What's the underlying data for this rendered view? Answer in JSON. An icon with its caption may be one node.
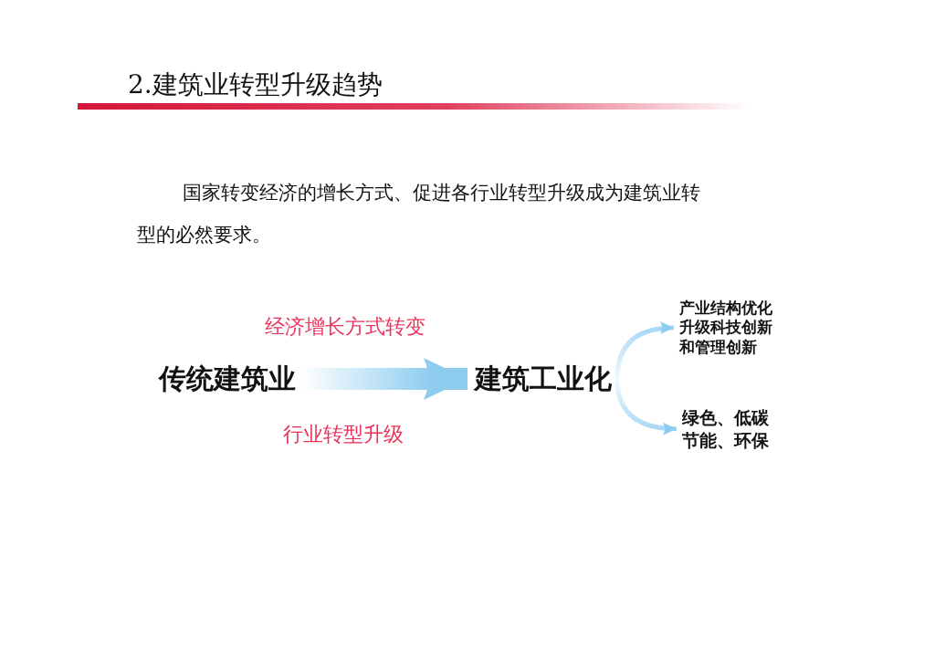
{
  "diagram": {
    "title": "2.建筑业转型升级趋势",
    "nodes": [
      {
        "text": [
          "传统建筑业"
        ]
      },
      {
        "text": [
          "建筑工业化"
        ]
      },
      {
        "text": [
          "产业结构优化升级科技创新和管理创新"
        ]
      },
      {
        "text": [
          "绿色、低碳节能、环保"
        ]
      }
    ],
    "edges": [
      {
        "from": 0,
        "to": 1,
        "arrow": "to",
        "style": "thick"
      },
      {
        "from": 1,
        "to": 2,
        "arrow": "to"
      },
      {
        "from": 1,
        "to": 3,
        "arrow": "to"
      }
    ],
    "labels": [
      "国家转变经济的增长方式、促进各行业转型升级成为建筑业转型的必然要求。",
      "经济增长方式转变",
      "行业转型升级"
    ]
  }
}
